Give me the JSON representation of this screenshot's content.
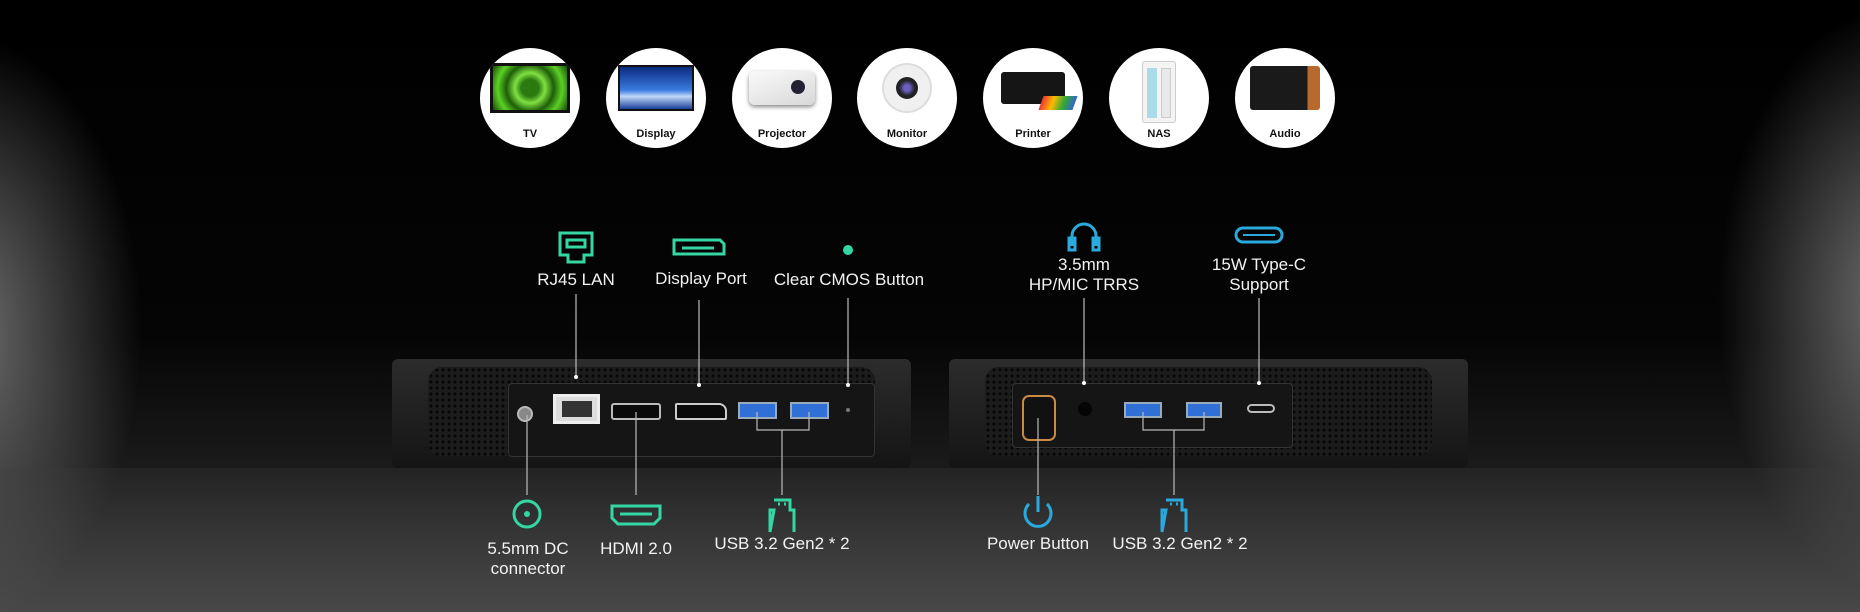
{
  "devices_row": [
    {
      "label": "TV"
    },
    {
      "label": "Display"
    },
    {
      "label": "Projector"
    },
    {
      "label": "Monitor"
    },
    {
      "label": "Printer"
    },
    {
      "label": "NAS"
    },
    {
      "label": "Audio"
    }
  ],
  "left_top": {
    "rj45": "RJ45 LAN",
    "dp": "Display Port",
    "cmos": "Clear CMOS Button"
  },
  "left_bottom": {
    "dc_line1": "5.5mm DC",
    "dc_line2": "connector",
    "hdmi": "HDMI 2.0",
    "usb": "USB 3.2 Gen2 * 2"
  },
  "right_top": {
    "audio_line1": "3.5mm",
    "audio_line2": "HP/MIC TRRS",
    "typec_line1": "15W Type-C",
    "typec_line2": "Support"
  },
  "right_bottom": {
    "power": "Power Button",
    "usb": "USB 3.2 Gen2 * 2"
  },
  "colors": {
    "left_accent": "#34d6a4",
    "right_accent": "#2aa9dc",
    "usb_blue": "#2f6fd6"
  }
}
